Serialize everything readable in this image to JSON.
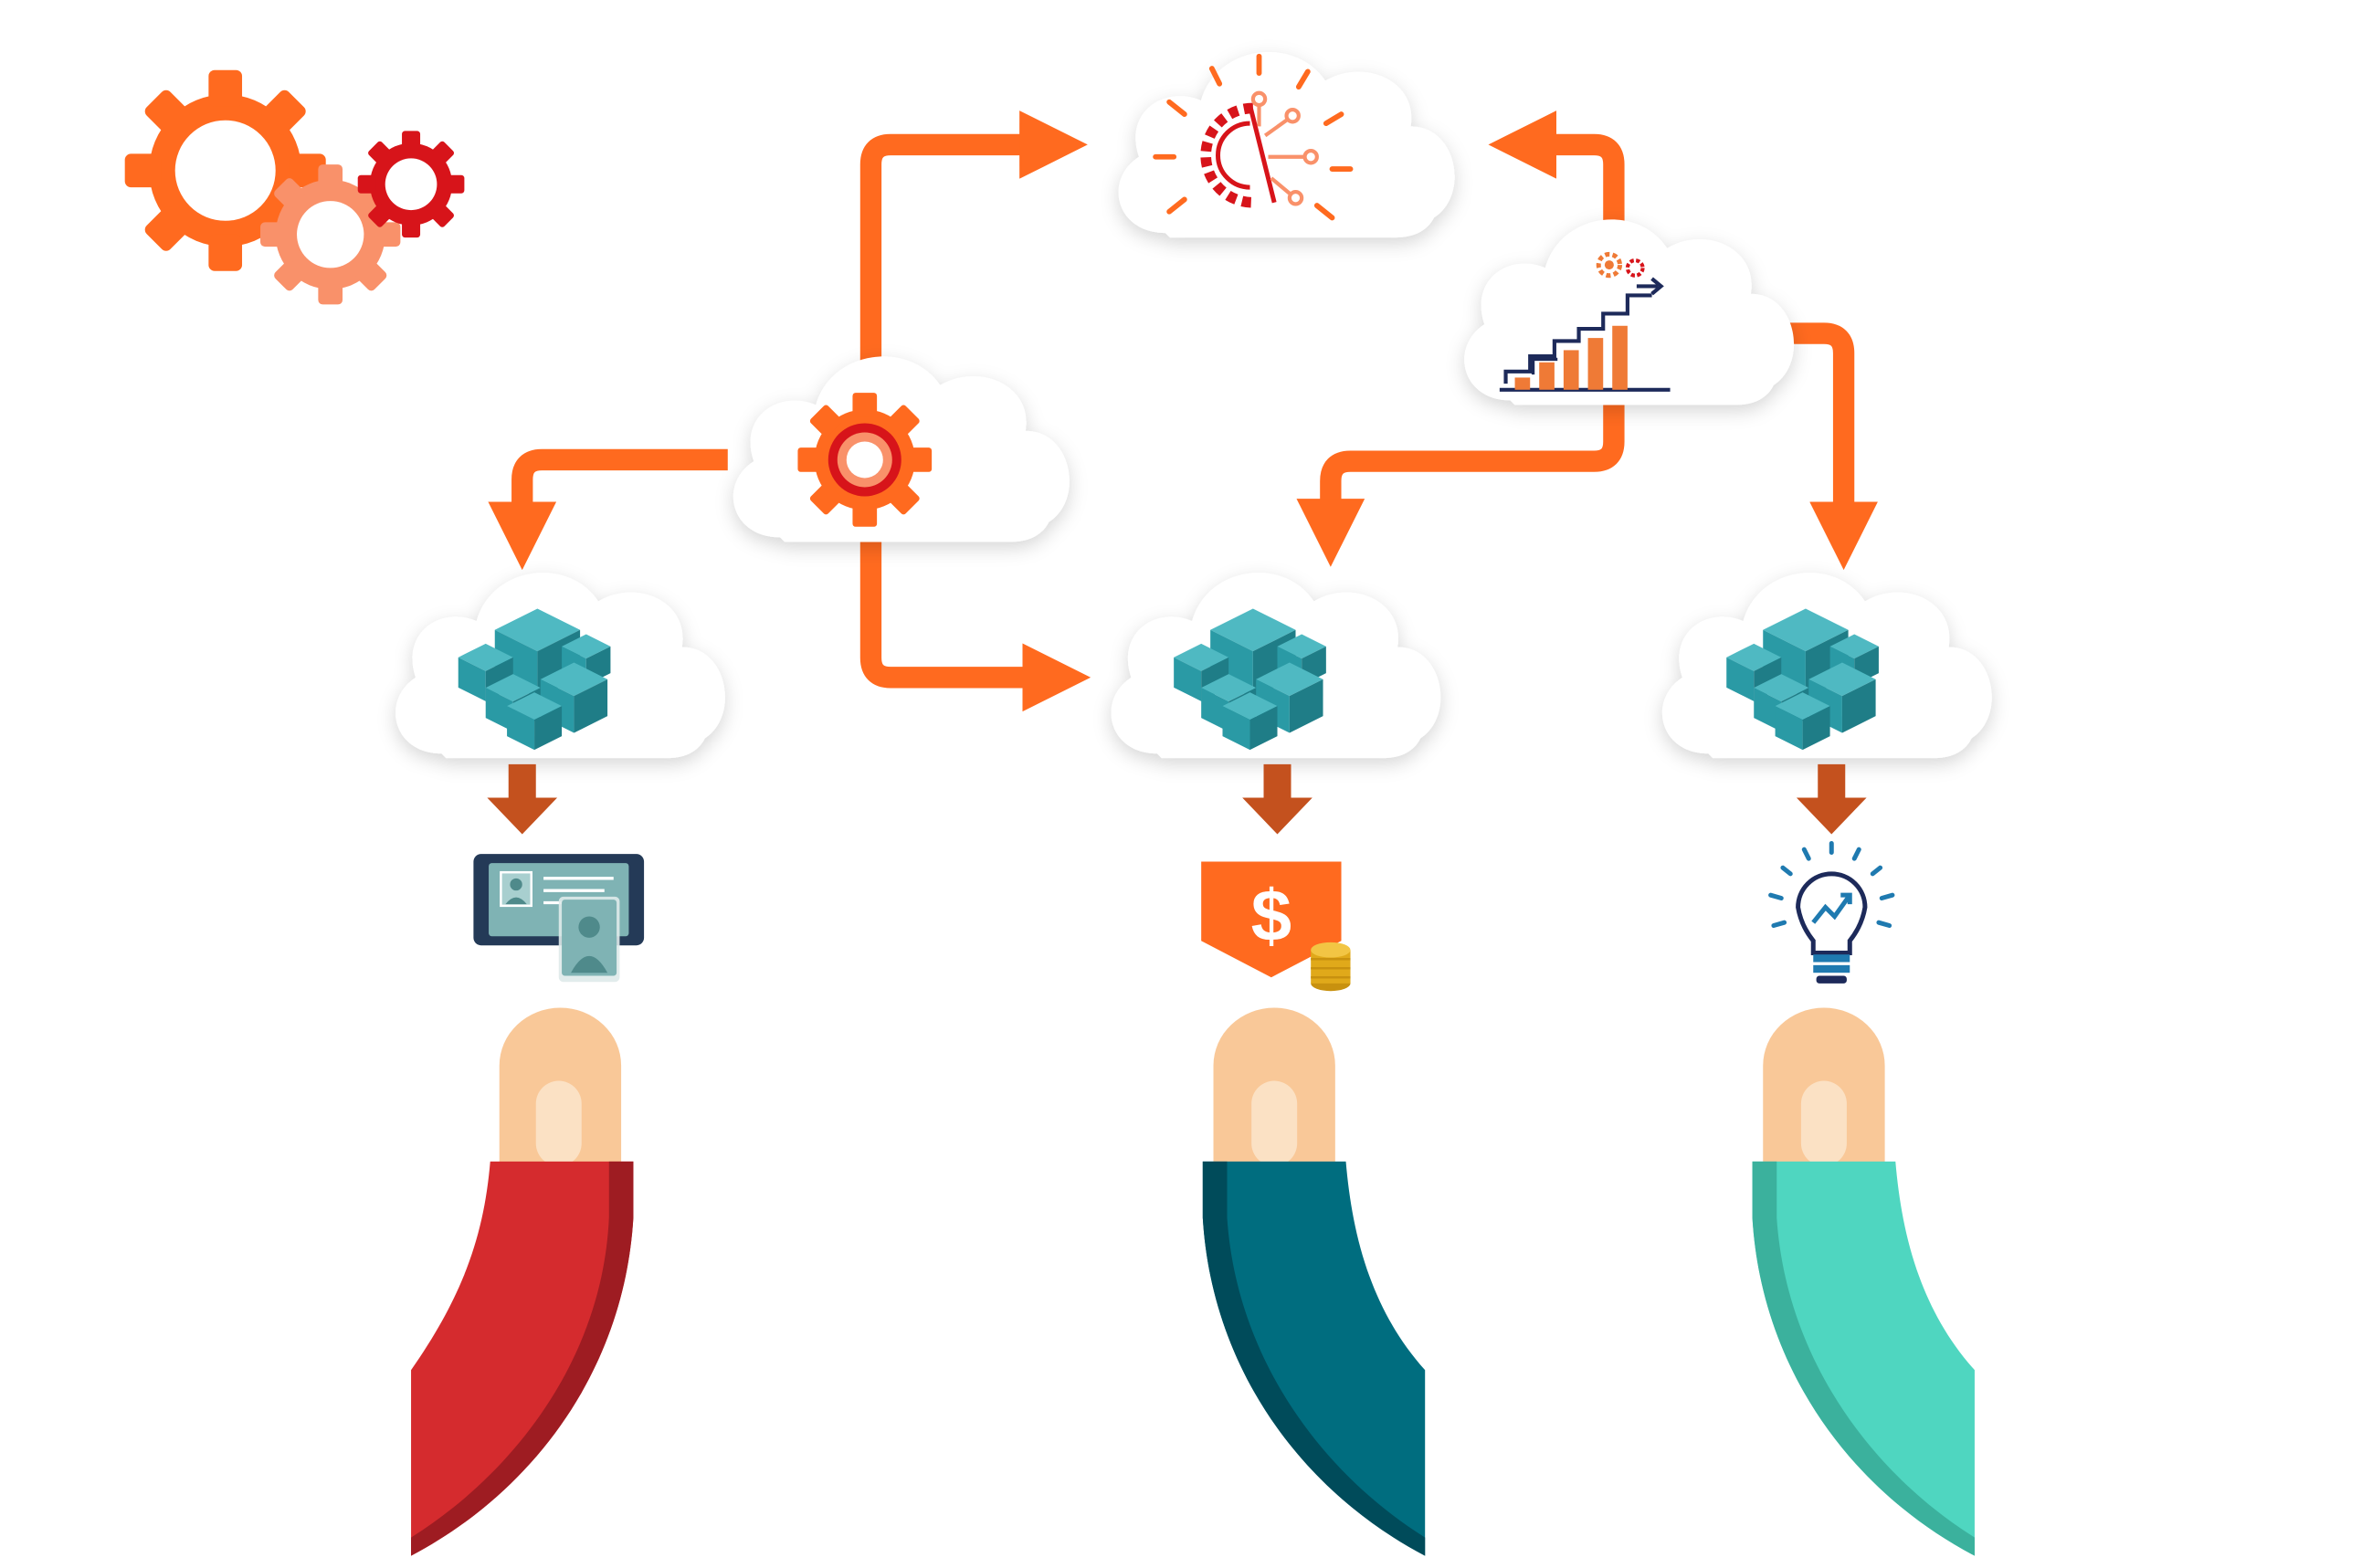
{
  "colors": {
    "background": "#ffffff",
    "flow_arrow": "#ff6a1f",
    "down_arrow": "#c4511e",
    "cloud": "#ffffff",
    "cube_dark": "#1f7d87",
    "cube_mid": "#2a9aa5",
    "cube_light": "#4fb9c2",
    "gear_orange": "#ff6a1f",
    "gear_light": "#f9916a",
    "gear_red": "#d7141a",
    "chart_bar": "#ef7a36",
    "chart_line": "#1d2a5a",
    "finger_skin": "#f9c898",
    "finger_nail": "#fbe1c4",
    "sleeve_left": "#d52b2e",
    "sleeve_left_shade": "#9e1c22",
    "sleeve_center": "#006d7f",
    "sleeve_center_shade": "#004b5a",
    "sleeve_right": "#4fd6c0",
    "sleeve_right_shade": "#3bb19d",
    "price_tag": "#ff6a1f",
    "coin": "#e0a91a",
    "bulb_blue": "#1f7ab0",
    "bulb_navy": "#1d2a5a",
    "tablet_frame": "#243a57",
    "tablet_screen": "#7fb3b4"
  },
  "icons": {
    "logo": "gears-cluster-icon",
    "hub": "gear-cloud-icon",
    "top": "ai-brain-gear-icon",
    "analytics": "growth-bar-chart-icon",
    "services": "cube-cluster-icon",
    "outputs": [
      "id-card-tablet-icon",
      "dollar-price-tag-icon",
      "idea-lightbulb-icon"
    ],
    "hands": [
      "pointing-finger-red",
      "pointing-finger-teal",
      "pointing-finger-mint"
    ]
  },
  "labels": {
    "dollar_sign": "$"
  }
}
